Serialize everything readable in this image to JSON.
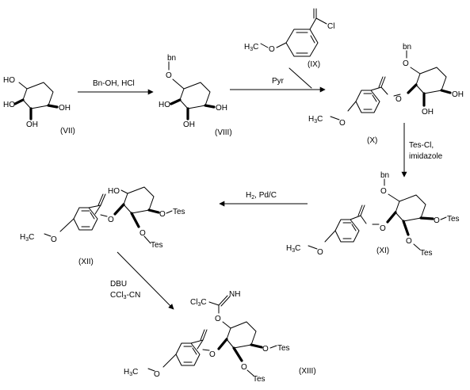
{
  "compounds": [
    {
      "id": "VII",
      "label": "(VII)",
      "groups": {
        "oh1": "HO",
        "oh2": "HO",
        "oh3": "OH",
        "oh4": "OH"
      }
    },
    {
      "id": "VIII",
      "label": "(VIII)",
      "groups": {
        "o": "O",
        "bn": "bn",
        "oh2": "HO",
        "oh3": "OH",
        "oh4": "OH"
      }
    },
    {
      "id": "IX",
      "label": "(IX)",
      "groups": {
        "cl": "Cl",
        "o_me": "O",
        "me": "H3C"
      }
    },
    {
      "id": "X",
      "label": "(X)",
      "groups": {
        "o": "O",
        "bn": "bn",
        "o_ester": "O",
        "oh3": "OH",
        "oh4": "OH",
        "o_me": "O",
        "me": "H3C"
      }
    },
    {
      "id": "XI",
      "label": "(XI)",
      "groups": {
        "o": "O",
        "bn": "bn",
        "o_ester": "O",
        "otes3": "O",
        "tes3": "Tes",
        "otes4": "O",
        "tes4": "Tes",
        "o_me": "O",
        "me": "H3C"
      }
    },
    {
      "id": "XII",
      "label": "(XII)",
      "groups": {
        "ho": "HO",
        "o_ester": "O",
        "otes3": "O",
        "tes3": "Tes",
        "otes4": "O",
        "tes4": "Tes",
        "o_me": "O",
        "me": "H3C"
      }
    },
    {
      "id": "XIII",
      "label": "(XIII)",
      "groups": {
        "o": "O",
        "cl3c": "Cl3C",
        "nh": "NH",
        "o_ester": "O",
        "otes3": "O",
        "tes3": "Tes",
        "otes4": "O",
        "tes4": "Tes",
        "o_me": "O",
        "me": "H3C"
      }
    }
  ],
  "reactions": [
    {
      "id": "step1",
      "from": "VII",
      "to": "VIII",
      "reagents": [
        "Bn-OH,  HCl"
      ]
    },
    {
      "id": "step2",
      "from": "VIII",
      "to": "X",
      "reagents": [
        "Pyr"
      ],
      "with": "IX"
    },
    {
      "id": "step3",
      "from": "X",
      "to": "XI",
      "reagents": [
        "Tes-Cl,",
        "imidazole"
      ]
    },
    {
      "id": "step4",
      "from": "XI",
      "to": "XII",
      "reagents": [
        "H2,  Pd/C"
      ]
    },
    {
      "id": "step5",
      "from": "XII",
      "to": "XIII",
      "reagents": [
        "DBU",
        "CCl3-CN"
      ]
    }
  ]
}
